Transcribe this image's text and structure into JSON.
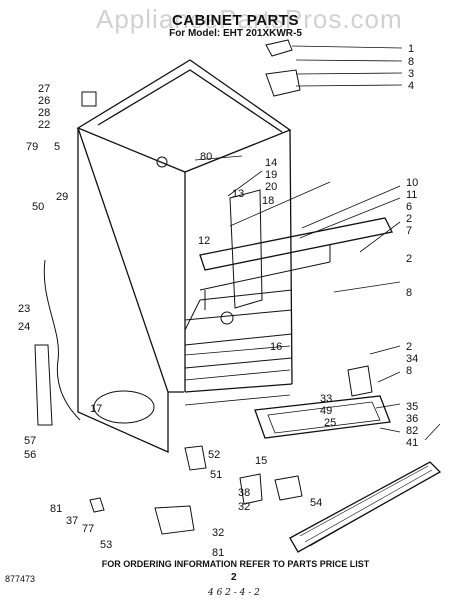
{
  "watermark": "AppliancePartsPros.com",
  "title": "CABINET PARTS",
  "subtitle": "For Model: EHT 201XKWR-5",
  "footnote": "FOR ORDERING INFORMATION REFER TO PARTS PRICE LIST",
  "page_number": "2",
  "document_number": "877473",
  "handwritten_note": "4 6 2 - 4 - 2",
  "callouts": [
    "1",
    "8",
    "3",
    "4",
    "27",
    "26",
    "28",
    "22",
    "79",
    "5",
    "29",
    "80",
    "14",
    "19",
    "20",
    "13",
    "18",
    "10",
    "11",
    "6",
    "2",
    "7",
    "12",
    "2",
    "8",
    "50",
    "23",
    "24",
    "16",
    "2",
    "34",
    "8",
    "17",
    "33",
    "49",
    "35",
    "36",
    "25",
    "82",
    "41",
    "57",
    "56",
    "52",
    "51",
    "15",
    "38",
    "32",
    "54",
    "81",
    "37",
    "77",
    "53",
    "32",
    "81"
  ]
}
